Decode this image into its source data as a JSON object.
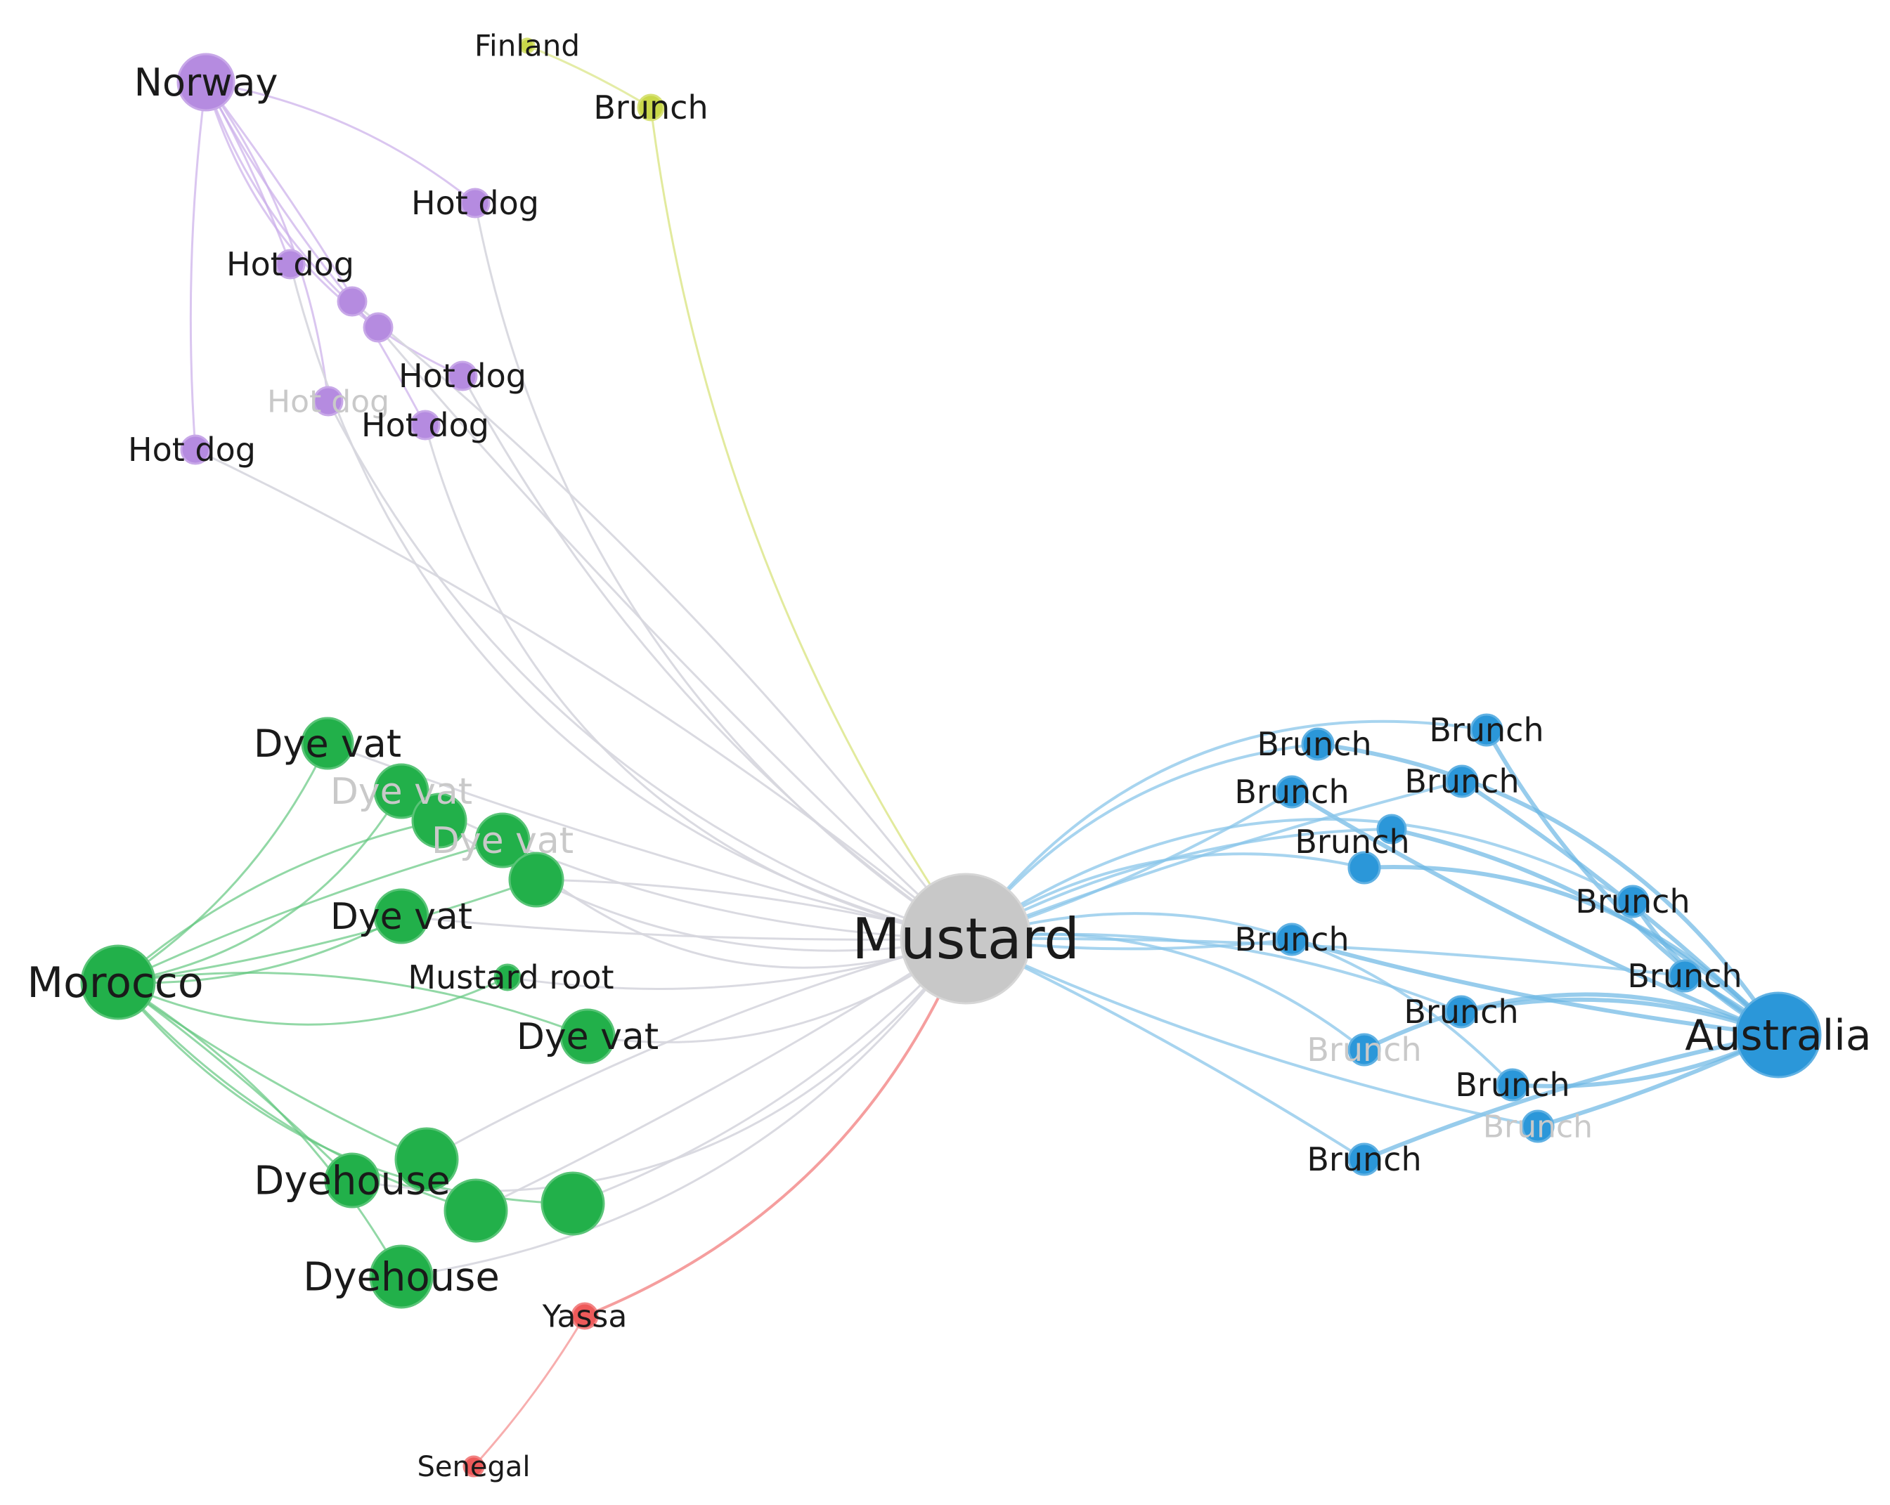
{
  "colors": {
    "purple": "#b58be0",
    "yellow": "#c9d84a",
    "green": "#22b04a",
    "blue": "#2b97d9",
    "red": "#ee5a5a",
    "gray": "#c8c8c8",
    "edge_gray": "#d6d6de"
  },
  "nodes": [
    {
      "id": "mustard",
      "label": "Mustard",
      "group": "gray",
      "hub": true
    },
    {
      "id": "norway",
      "label": "Norway",
      "group": "purple",
      "hub": true
    },
    {
      "id": "hotdog1",
      "label": "Hot dog",
      "group": "purple"
    },
    {
      "id": "hotdog2",
      "label": "Hot dog",
      "group": "purple"
    },
    {
      "id": "hotdog3",
      "label": "",
      "group": "purple"
    },
    {
      "id": "hotdog4",
      "label": "",
      "group": "purple"
    },
    {
      "id": "hotdog5",
      "label": "Hot dog",
      "group": "purple"
    },
    {
      "id": "hotdog6",
      "label": "Hot dog",
      "group": "purple",
      "faint": true
    },
    {
      "id": "hotdog7",
      "label": "Hot dog",
      "group": "purple"
    },
    {
      "id": "hotdog8",
      "label": "Hot dog",
      "group": "purple"
    },
    {
      "id": "finland",
      "label": "Finland",
      "group": "yellow",
      "hub": true
    },
    {
      "id": "brunch_fi",
      "label": "Brunch",
      "group": "yellow"
    },
    {
      "id": "morocco",
      "label": "Morocco",
      "group": "green",
      "hub": true
    },
    {
      "id": "dyevat1",
      "label": "Dye vat",
      "group": "green"
    },
    {
      "id": "dyevat2",
      "label": "Dye vat",
      "group": "green",
      "faint": true
    },
    {
      "id": "dyevat3",
      "label": "",
      "group": "green"
    },
    {
      "id": "dyevat4",
      "label": "Dye vat",
      "group": "green",
      "faint": true
    },
    {
      "id": "dyevat5",
      "label": "",
      "group": "green"
    },
    {
      "id": "dyevat6",
      "label": "Dye vat",
      "group": "green"
    },
    {
      "id": "mustardroot",
      "label": "Mustard root",
      "group": "green"
    },
    {
      "id": "dyevat7",
      "label": "Dye vat",
      "group": "green"
    },
    {
      "id": "dyehouse1",
      "label": "Dyehouse",
      "group": "green"
    },
    {
      "id": "green_a",
      "label": "",
      "group": "green"
    },
    {
      "id": "green_b",
      "label": "",
      "group": "green"
    },
    {
      "id": "green_c",
      "label": "",
      "group": "green"
    },
    {
      "id": "dyehouse2",
      "label": "Dyehouse",
      "group": "green"
    },
    {
      "id": "australia",
      "label": "Australia",
      "group": "blue",
      "hub": true
    },
    {
      "id": "brunch1",
      "label": "Brunch",
      "group": "blue"
    },
    {
      "id": "brunch2",
      "label": "Brunch",
      "group": "blue"
    },
    {
      "id": "brunch3",
      "label": "Brunch",
      "group": "blue"
    },
    {
      "id": "brunch4",
      "label": "Brunch",
      "group": "blue"
    },
    {
      "id": "brunch5",
      "label": "",
      "group": "blue"
    },
    {
      "id": "brunch6",
      "label": "Brunch",
      "group": "blue"
    },
    {
      "id": "brunch7",
      "label": "Brunch",
      "group": "blue"
    },
    {
      "id": "brunch8",
      "label": "Brunch",
      "group": "blue"
    },
    {
      "id": "brunch9",
      "label": "Brunch",
      "group": "blue"
    },
    {
      "id": "brunch10",
      "label": "Brunch",
      "group": "blue"
    },
    {
      "id": "brunch11",
      "label": "Brunch",
      "group": "blue",
      "faint": true
    },
    {
      "id": "brunch12",
      "label": "Brunch",
      "group": "blue"
    },
    {
      "id": "brunch13",
      "label": "Brunch",
      "group": "blue",
      "faint": true
    },
    {
      "id": "brunch14",
      "label": "Brunch",
      "group": "blue"
    },
    {
      "id": "yassa",
      "label": "Yassa",
      "group": "red"
    },
    {
      "id": "senegal",
      "label": "Senegal",
      "group": "red",
      "hub": true
    }
  ],
  "edges": [
    [
      "norway",
      "hotdog1"
    ],
    [
      "norway",
      "hotdog2"
    ],
    [
      "norway",
      "hotdog3"
    ],
    [
      "norway",
      "hotdog4"
    ],
    [
      "norway",
      "hotdog5"
    ],
    [
      "norway",
      "hotdog6"
    ],
    [
      "norway",
      "hotdog7"
    ],
    [
      "norway",
      "hotdog8"
    ],
    [
      "hotdog1",
      "mustard"
    ],
    [
      "hotdog2",
      "mustard"
    ],
    [
      "hotdog3",
      "mustard"
    ],
    [
      "hotdog4",
      "mustard"
    ],
    [
      "hotdog5",
      "mustard"
    ],
    [
      "hotdog6",
      "mustard"
    ],
    [
      "hotdog7",
      "mustard"
    ],
    [
      "hotdog8",
      "mustard"
    ],
    [
      "finland",
      "brunch_fi"
    ],
    [
      "brunch_fi",
      "mustard"
    ],
    [
      "morocco",
      "dyevat1"
    ],
    [
      "morocco",
      "dyevat2"
    ],
    [
      "morocco",
      "dyevat3"
    ],
    [
      "morocco",
      "dyevat4"
    ],
    [
      "morocco",
      "dyevat5"
    ],
    [
      "morocco",
      "dyevat6"
    ],
    [
      "morocco",
      "mustardroot"
    ],
    [
      "morocco",
      "dyevat7"
    ],
    [
      "morocco",
      "dyehouse1"
    ],
    [
      "morocco",
      "green_a"
    ],
    [
      "morocco",
      "green_b"
    ],
    [
      "morocco",
      "green_c"
    ],
    [
      "morocco",
      "dyehouse2"
    ],
    [
      "dyevat1",
      "mustard"
    ],
    [
      "dyevat2",
      "mustard"
    ],
    [
      "dyevat3",
      "mustard"
    ],
    [
      "dyevat4",
      "mustard"
    ],
    [
      "dyevat5",
      "mustard"
    ],
    [
      "dyevat6",
      "mustard"
    ],
    [
      "mustardroot",
      "mustard"
    ],
    [
      "dyevat7",
      "mustard"
    ],
    [
      "dyehouse1",
      "mustard"
    ],
    [
      "green_a",
      "mustard"
    ],
    [
      "green_b",
      "mustard"
    ],
    [
      "green_c",
      "mustard"
    ],
    [
      "dyehouse2",
      "mustard"
    ],
    [
      "australia",
      "brunch1"
    ],
    [
      "australia",
      "brunch2"
    ],
    [
      "australia",
      "brunch3"
    ],
    [
      "australia",
      "brunch4"
    ],
    [
      "australia",
      "brunch5"
    ],
    [
      "australia",
      "brunch6"
    ],
    [
      "australia",
      "brunch7"
    ],
    [
      "australia",
      "brunch8"
    ],
    [
      "australia",
      "brunch9"
    ],
    [
      "australia",
      "brunch10"
    ],
    [
      "australia",
      "brunch11"
    ],
    [
      "australia",
      "brunch12"
    ],
    [
      "australia",
      "brunch13"
    ],
    [
      "australia",
      "brunch14"
    ],
    [
      "brunch1",
      "mustard"
    ],
    [
      "brunch2",
      "mustard"
    ],
    [
      "brunch3",
      "mustard"
    ],
    [
      "brunch4",
      "mustard"
    ],
    [
      "brunch5",
      "mustard"
    ],
    [
      "brunch6",
      "mustard"
    ],
    [
      "brunch7",
      "mustard"
    ],
    [
      "brunch8",
      "mustard"
    ],
    [
      "brunch9",
      "mustard"
    ],
    [
      "brunch10",
      "mustard"
    ],
    [
      "brunch11",
      "mustard"
    ],
    [
      "brunch12",
      "mustard"
    ],
    [
      "brunch13",
      "mustard"
    ],
    [
      "brunch14",
      "mustard"
    ],
    [
      "senegal",
      "yassa"
    ],
    [
      "yassa",
      "mustard"
    ]
  ]
}
